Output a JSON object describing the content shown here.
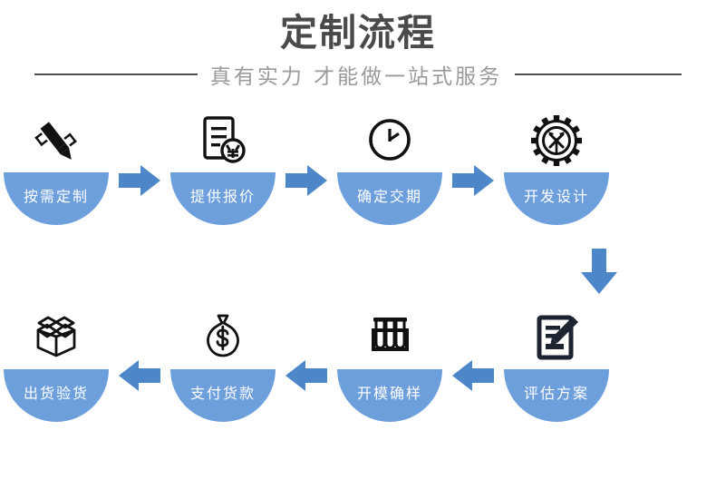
{
  "header": {
    "title": "定制流程",
    "subtitle": "真有实力  才能做一站式服务",
    "title_color": "#4a4a4a",
    "subtitle_color": "#9a9a9a",
    "divider_color": "#4f4f4f"
  },
  "theme": {
    "pill_blue": "#6d9fdc",
    "arrow_blue": "#4d86c9",
    "icon_black": "#111111",
    "background": "#ffffff"
  },
  "flow": {
    "row_one": {
      "direction": "left-to-right",
      "steps": [
        {
          "label": "按需定制",
          "icon": "pencil-ruler-icon"
        },
        {
          "label": "提供报价",
          "icon": "document-yen-icon"
        },
        {
          "label": "确定交期",
          "icon": "clock-icon"
        },
        {
          "label": "开发设计",
          "icon": "gear-tools-icon"
        }
      ],
      "arrow_icon": "arrow-right-icon"
    },
    "connector": {
      "icon": "arrow-down-icon",
      "direction": "down"
    },
    "row_two": {
      "direction": "right-to-left",
      "steps": [
        {
          "label": "出货验货",
          "icon": "open-box-icon"
        },
        {
          "label": "支付货款",
          "icon": "money-bag-icon"
        },
        {
          "label": "开模确样",
          "icon": "test-tubes-icon"
        },
        {
          "label": "评估方案",
          "icon": "clipboard-pen-icon"
        }
      ],
      "arrow_icon": "arrow-left-icon"
    }
  }
}
